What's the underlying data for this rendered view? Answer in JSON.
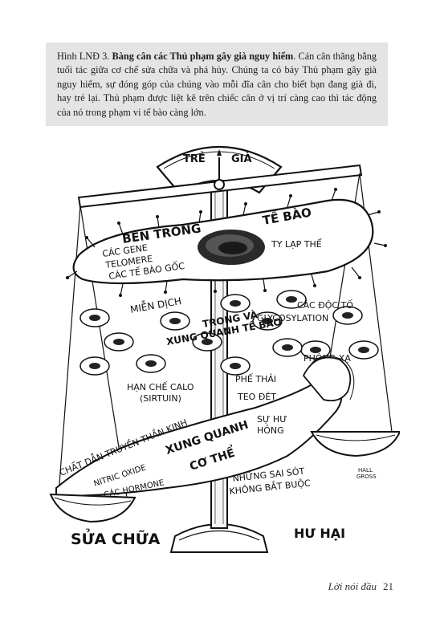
{
  "caption": {
    "label": "Hình LNĐ 3.",
    "title": "Bàng cân các Thủ phạm gây già nguy hiểm",
    "body": ". Cán cân thăng bằng tuổi tác giữa cơ chế sửa chữa và phá hủy. Chúng ta có bảy Thủ phạm gây già nguy hiểm, sự đóng góp của chúng vào mỗi đĩa cân cho biết bạn đang già đi, hay trẻ lại. Thủ phạm được liệt kê trên chiếc cân ở vị trí càng cao thì tác động của nó trong phạm vi tế bào càng lớn."
  },
  "illustration": {
    "dial_young": "TRẺ",
    "dial_old": "GIÀ",
    "inside_label": "BÊN TRONG",
    "cell_label": "TẾ BÀO",
    "mitochondria": "TY LẠP THỂ",
    "genes": "CÁC GENE",
    "telomere": "TELOMERE",
    "stem_cells": "CÁC TẾ BÀO GỐC",
    "immunity": "MIỄN DỊCH",
    "in_and_around_1": "TRONG VÀ",
    "in_and_around_2": "XUNG QUANH TẾ BÀO",
    "toxins": "CÁC ĐỘC TỐ",
    "glycosylation": "GLYCOSYLATION",
    "radiation": "PHÓNG XẠ",
    "calorie_1": "HẠN CHẾ CALO",
    "calorie_2": "(SIRTUIN)",
    "waste": "PHẾ THẢI",
    "atrophy": "TEO ĐÉT",
    "neurotransmitters": "CHẤT DẪN TRUYỀN THẦN KINH",
    "around_1": "XUNG QUANH",
    "around_2": "CƠ THỂ",
    "damage_1": "SỰ HƯ",
    "damage_2": "HỎNG",
    "nitric": "NITRIC OXIDE",
    "hormones": "CÁC HORMONE",
    "errors_1": "NHỮNG SAI SÓT",
    "errors_2": "KHÔNG BẮT BUỘC",
    "signature_1": "HALL",
    "signature_2": "GROSS",
    "repair": "SỬA CHỮA",
    "harm": "HƯ HẠI"
  },
  "footer": {
    "section": "Lời nói đầu",
    "page": "21"
  }
}
